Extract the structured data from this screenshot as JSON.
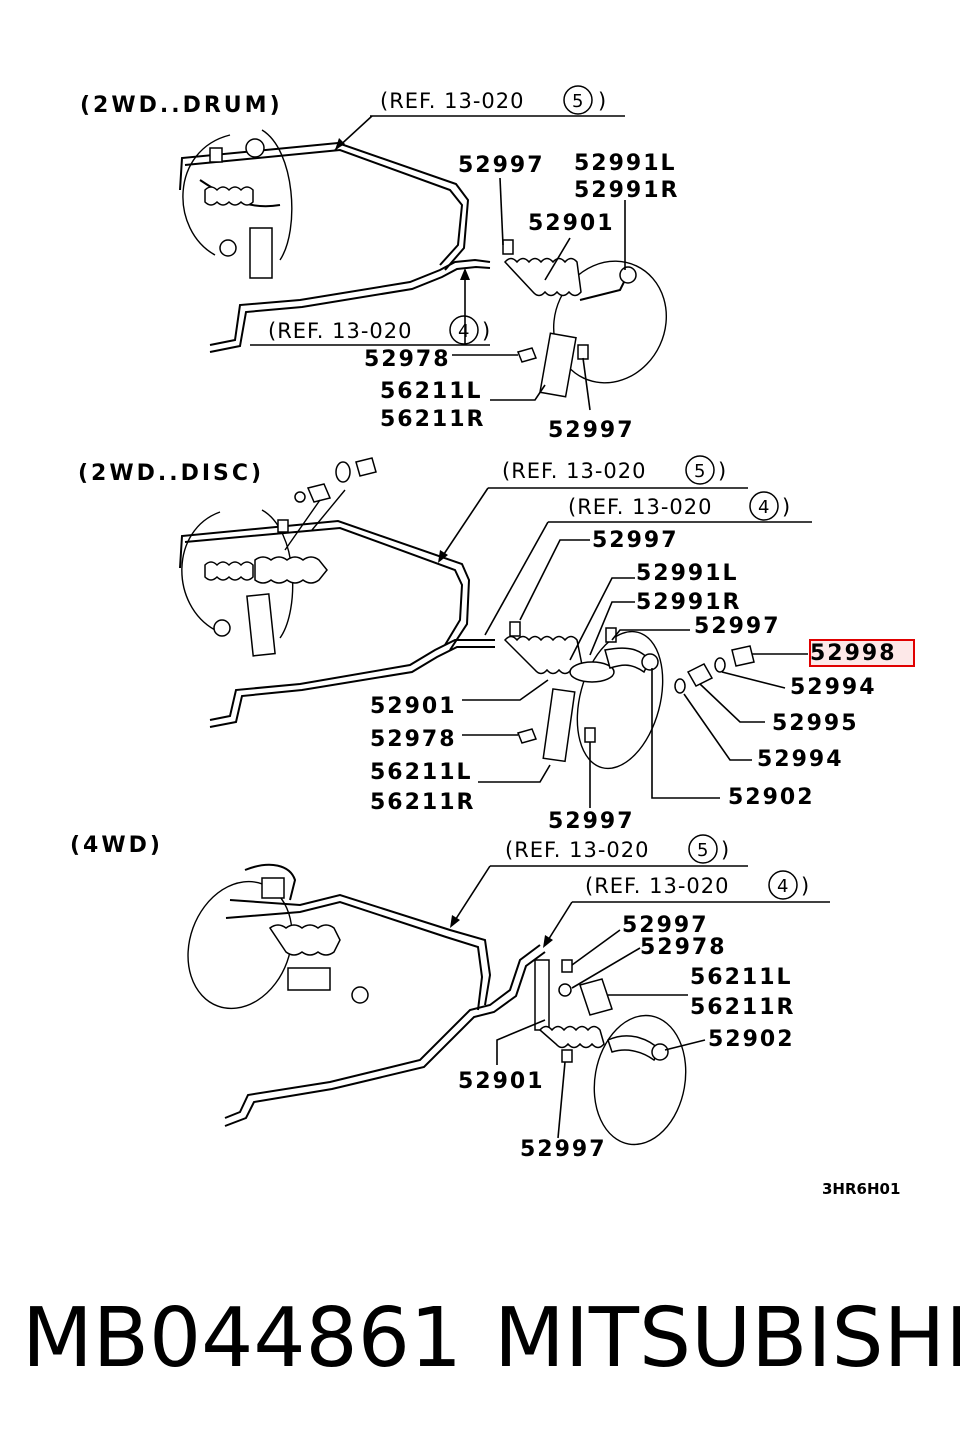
{
  "sections": {
    "drum": {
      "heading": "(2WD..DRUM)",
      "ref_top": "(REF. 13-020",
      "ref_top_num": "5",
      "ref_mid": "(REF. 13-020",
      "ref_mid_num": "4",
      "labels": [
        "52997",
        "52991L",
        "52991R",
        "52901",
        "52978",
        "56211L",
        "56211R",
        "52997"
      ]
    },
    "disc": {
      "heading": "(2WD..DISC)",
      "ref_top": "(REF. 13-020",
      "ref_top_num": "5",
      "ref_mid": "(REF. 13-020",
      "ref_mid_num": "4",
      "labels": [
        "52997",
        "52991L",
        "52991R",
        "52997",
        "52998",
        "52994",
        "52995",
        "52994",
        "52902",
        "52901",
        "52978",
        "56211L",
        "56211R",
        "52997"
      ]
    },
    "fourwd": {
      "heading": "(4WD)",
      "ref_top": "(REF. 13-020",
      "ref_top_num": "5",
      "ref_mid": "(REF. 13-020",
      "ref_mid_num": "4",
      "labels": [
        "52997",
        "52978",
        "56211L",
        "56211R",
        "52902",
        "52901",
        "52997"
      ]
    }
  },
  "diagram_code": "3HR6H01",
  "highlight": {
    "part": "52998",
    "color": "#e00000",
    "fill": "#fde8e8"
  },
  "footer": {
    "part_number": "MB044861",
    "brand": "MITSUBISHI"
  }
}
